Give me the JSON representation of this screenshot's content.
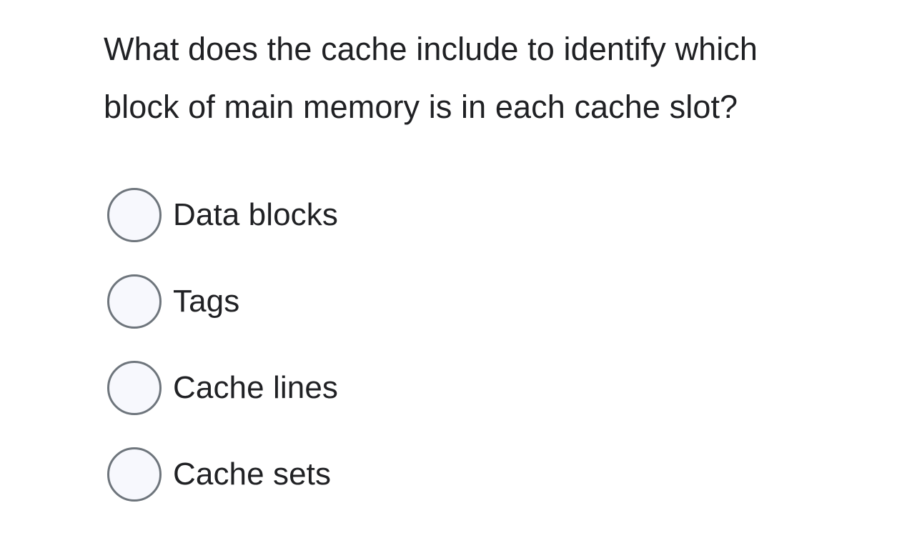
{
  "question": {
    "text": "What does the cache include to identify which block of main memory is in each cache slot?"
  },
  "options": [
    {
      "id": "opt-1",
      "label": "Data blocks",
      "selected": false
    },
    {
      "id": "opt-2",
      "label": "Tags",
      "selected": false
    },
    {
      "id": "opt-3",
      "label": "Cache lines",
      "selected": false
    },
    {
      "id": "opt-4",
      "label": "Cache sets",
      "selected": false
    }
  ],
  "colors": {
    "background": "#ffffff",
    "text": "#202124",
    "radio_border": "#6e757c",
    "radio_fill": "#f7f8fd",
    "accent": "#1a73e8"
  }
}
